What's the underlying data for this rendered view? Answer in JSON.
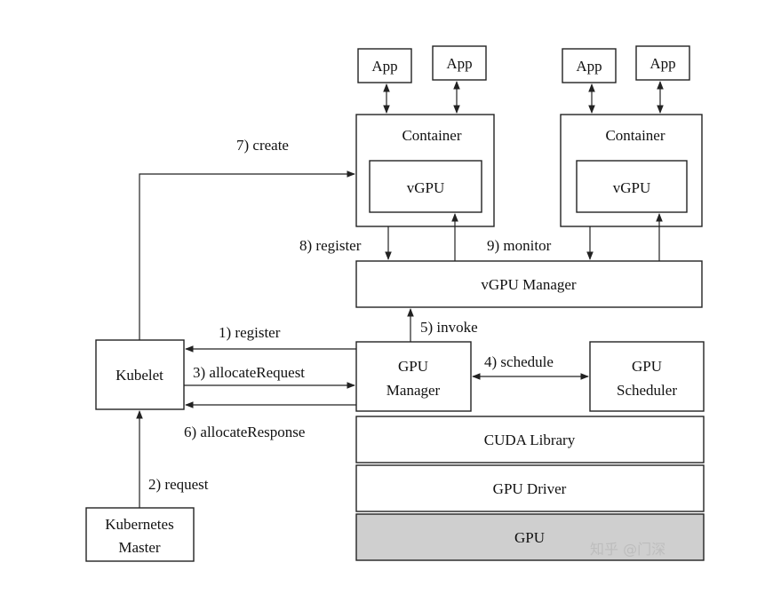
{
  "boxes": {
    "app1": "App",
    "app2": "App",
    "app3": "App",
    "app4": "App",
    "container_left": "Container",
    "container_right": "Container",
    "vgpu_left": "vGPU",
    "vgpu_right": "vGPU",
    "vgpu_manager": "vGPU Manager",
    "kubelet": "Kubelet",
    "gpu_manager_line1": "GPU",
    "gpu_manager_line2": "Manager",
    "gpu_scheduler_line1": "GPU",
    "gpu_scheduler_line2": "Scheduler",
    "cuda_library": "CUDA Library",
    "gpu_driver": "GPU Driver",
    "gpu": "GPU",
    "kubernetes_master_line1": "Kubernetes",
    "kubernetes_master_line2": "Master"
  },
  "edges": {
    "create": "7) create",
    "register_vgpu": "8) register",
    "monitor": "9) monitor",
    "register_kubelet": "1) register",
    "invoke": "5) invoke",
    "allocate_request": "3) allocateRequest",
    "schedule": "4) schedule",
    "allocate_response": "6) allocateResponse",
    "request": "2) request"
  },
  "watermark": "知乎 @门深",
  "colors": {
    "line": "#222222",
    "gpu_fill": "#cfcfcf"
  }
}
